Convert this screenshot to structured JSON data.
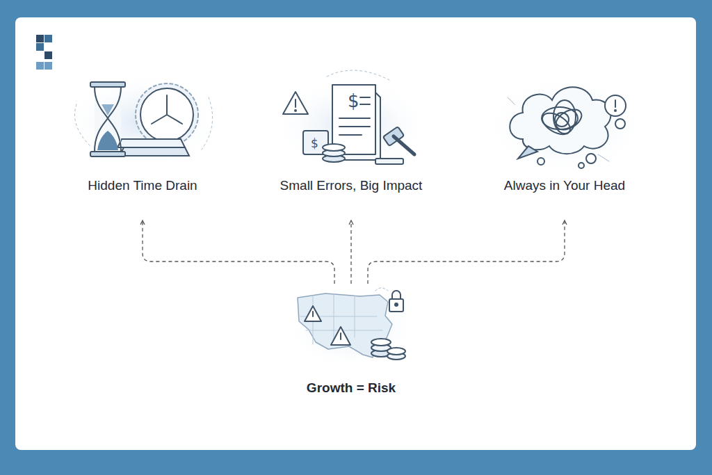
{
  "diagram": {
    "nodes": [
      {
        "text": [
          "Hidden Time Drain"
        ]
      },
      {
        "text": [
          "Small Errors, Big Impact"
        ]
      },
      {
        "text": [
          "Always in Your Head"
        ]
      },
      {
        "text": [
          "Growth = Risk"
        ]
      }
    ],
    "edges": [
      {
        "from": 3,
        "to": 0,
        "arrow": "to"
      },
      {
        "from": 3,
        "to": 1,
        "arrow": "to"
      },
      {
        "from": 3,
        "to": 2,
        "arrow": "to"
      }
    ]
  }
}
